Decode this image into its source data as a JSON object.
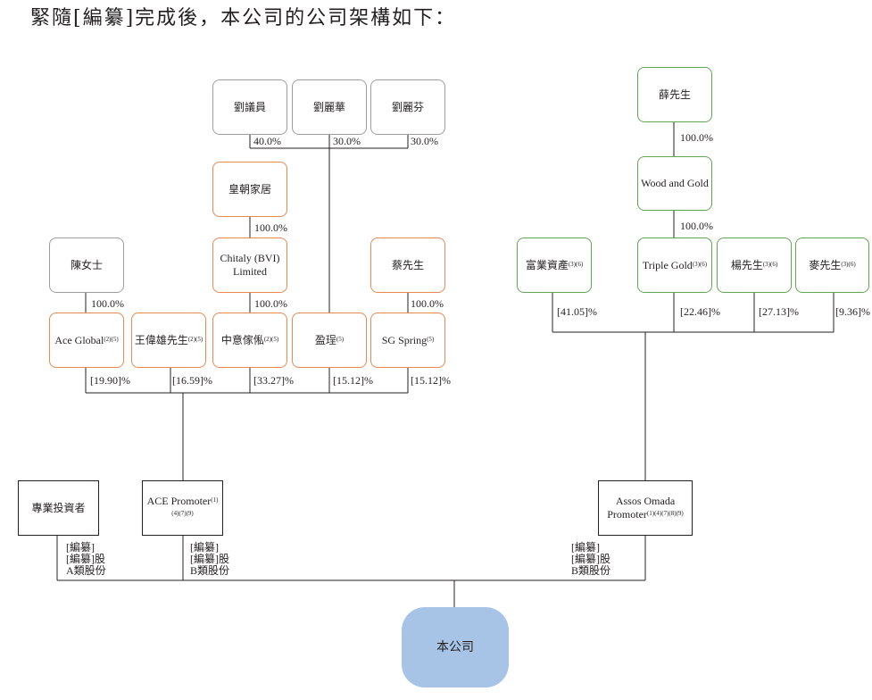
{
  "heading": "緊隨[編纂]完成後，本公司的公司架構如下：",
  "entities": {
    "liu_yiyuan": "劉議員",
    "liu_lihua": "劉麗華",
    "liu_lifen": "劉麗芬",
    "huangchao": "皇朝家居",
    "ms_chen": "陳女士",
    "chitaly": "Chitaly (BVI) Limited",
    "mr_cai": "蔡先生",
    "ace_global": "Ace Global",
    "ace_global_note": "(2)(5)",
    "wang": "王偉雄先生",
    "wang_note": "(2)(5)",
    "zhongyi": "中意傢俬",
    "zhongyi_note": "(2)(5)",
    "yingcheng": "盈珵",
    "yingcheng_note": "(5)",
    "sg_spring": "SG Spring",
    "sg_spring_note": "(5)",
    "mr_xue": "薛先生",
    "wood_gold": "Wood and Gold",
    "fuye": "富業資產",
    "fuye_note": "(3)(6)",
    "triple_gold": "Triple Gold",
    "triple_gold_note": "(3)(6)",
    "mr_yang": "楊先生",
    "mr_yang_note": "(3)(6)",
    "mr_mai": "麥先生",
    "mr_mai_note": "(3)(6)",
    "prof_investors": "專業投資者",
    "ace_promoter": "ACE Promoter",
    "ace_promoter_note": "(1)(4)(7)(9)",
    "assos": "Assos Omada Promoter",
    "assos_note": "(1)(4)(7)(8)(9)",
    "company": "本公司"
  },
  "percentages": {
    "liu_yiyuan": "40.0%",
    "liu_lihua": "30.0%",
    "liu_lifen": "30.0%",
    "huangchao_chitaly": "100.0%",
    "chen_ace": "100.0%",
    "chitaly_zhongyi": "100.0%",
    "cai_sg": "100.0%",
    "ace_global": "[19.90]%",
    "wang": "[16.59]%",
    "zhongyi": "[33.27]%",
    "yingcheng": "[15.12]%",
    "sg_spring": "[15.12]%",
    "xue_wood": "100.0%",
    "wood_triple": "100.0%",
    "fuye": "[41.05]%",
    "triple_gold": "[22.46]%",
    "mr_yang": "[27.13]%",
    "mr_mai": "[9.36]%"
  },
  "shares": {
    "line1": "[編纂]",
    "line2": "[編纂]股",
    "class_a": "A類股份",
    "class_b": "B類股份"
  },
  "colors": {
    "gray": "#9d9d9d",
    "orange": "#e88a50",
    "green": "#5fa753",
    "black": "#231f20",
    "company_fill": "#a7c4e6"
  }
}
